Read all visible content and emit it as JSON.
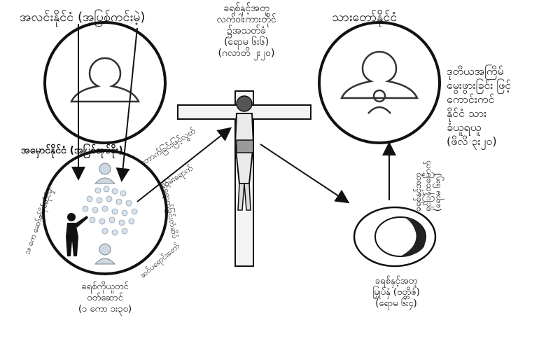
{
  "labels": {
    "top_left_title": "အလင်းနိုင်ငံ (အပြစ်ကင်းမဲ့)",
    "top_center_title": [
      "ခရစ်နှင့်အတူ",
      "လက်ဝါးကားတိုင်",
      "၌အသတ်ခံ",
      "(ရောမ ၆း၆)",
      "(ဂလာတိ ၂း၂၀)"
    ],
    "top_right_title": "သားတော်နိုင်ငံ",
    "right_note": [
      "ဒုတိယအကြိမ်",
      "မွေးဖွားခြင်း ဖြင့်",
      "ကောင်းကင်",
      "နိုင်ငံ သား",
      "ခံယူရယူ",
      "(ဖိလိ ၃း၂၀)"
    ],
    "darkness_kingdom": "အမှောင်နိုင်ငံ (အပြစ်အုပ်စိုး)",
    "arrow_text_1": "ဘောက်ခြင်းဖြင့်လွတ်",
    "arrow_text_2": "လမ်းရောက်",
    "left_curve_text": "၁။ ကေ ဆော်၏ပိုင်ဆိုင်မှု",
    "left_bottom_curve_text": "ဆင်ပရောင်းတော်",
    "circle_right_curve": "ဝင်ရောက်ခြင်းတံဆိပ်",
    "bottom_left_caption": [
      "ခရစ်ကိုယူတင်",
      "ဝတ်ဆောင်",
      "(၁ ကော ၁း၃၀)"
    ],
    "tomb_side_text": [
      "ခရစ်နှင့်အတူ",
      "ရှင်ပြန်ထမြောက်",
      "(ရောမ ၆း၅)"
    ],
    "bottom_right_caption": [
      "ခရစ်နှင့်အတူ",
      "မြှုပ်နှံ (ဗတ္တိဇံ)",
      "(ရောမ ၆း၄)"
    ]
  },
  "icons": [
    "person-silhouette-icon",
    "parent-child-icon",
    "crucifix-icon",
    "tomb-icon",
    "preacher-icon",
    "crowd-icon"
  ]
}
